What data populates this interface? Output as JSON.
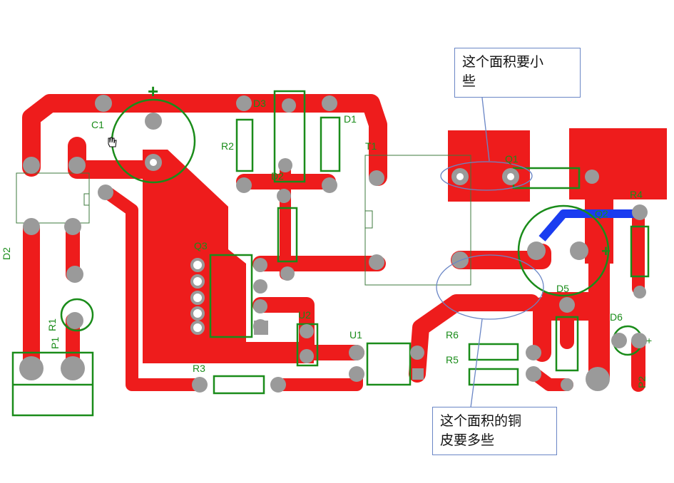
{
  "colors": {
    "copper": "#ee1c1c",
    "silk": "#1a8c1a",
    "pad": "#9a9a9a",
    "top_trace": "#1a3cf0",
    "callout": "#6a86c6"
  },
  "labels": {
    "c1": "C1",
    "r2": "R2",
    "d3": "D3",
    "d1": "D1",
    "t1": "T1",
    "q1": "Q1",
    "q2": "Q2",
    "r4": "R4",
    "d2_top": "D2",
    "d2_left": "D2",
    "u2": "U2",
    "d5": "D5",
    "d6": "D6",
    "q3": "Q3",
    "u1": "U1",
    "r6": "R6",
    "r5": "R5",
    "r3": "R3",
    "r1": "R1",
    "p1": "P1",
    "p2": "P2",
    "plus_c1": "+",
    "plus_q2": "+",
    "plus_d6": "+"
  },
  "callouts": {
    "top": {
      "line1": "这个面积要小",
      "line2": "些"
    },
    "bottom": {
      "line1": "这个面积的铜",
      "line2": "皮要多些"
    }
  }
}
